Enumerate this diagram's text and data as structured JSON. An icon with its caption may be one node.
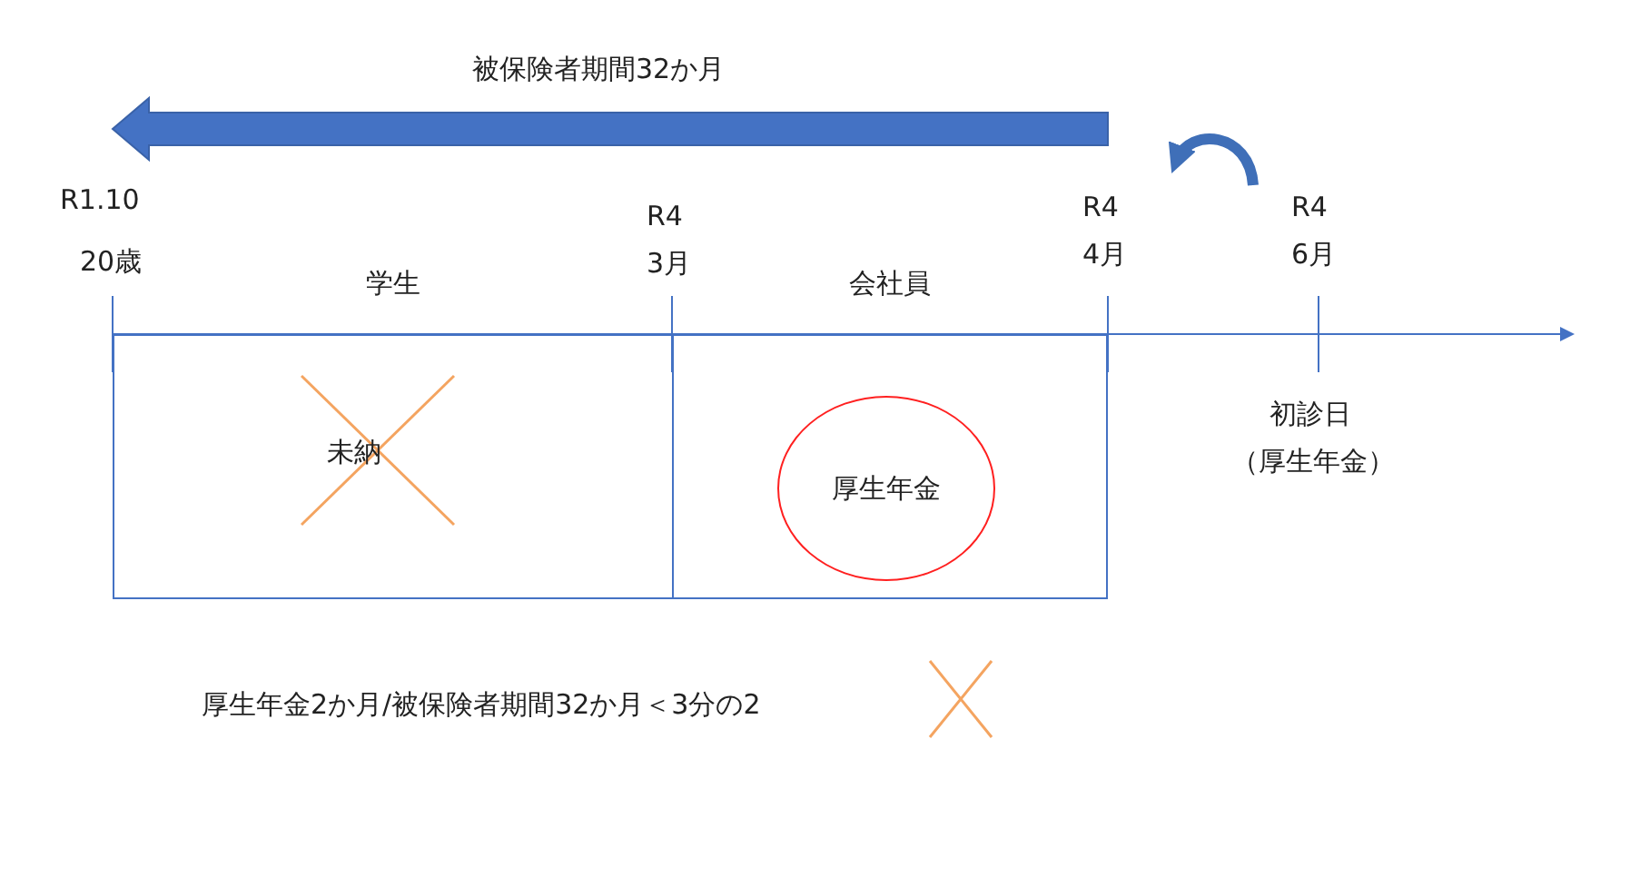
{
  "diagram": {
    "nodes": [
      {
        "text": [
          "学生",
          "未納"
        ]
      },
      {
        "text": [
          "会社員"
        ]
      },
      {
        "text": [
          "厚生年金"
        ],
        "in": 1
      }
    ],
    "labels": [
      "被保険者期間32か月",
      "R1.10",
      "20歳",
      "R4 3月",
      "R4 4月",
      "R4 6月",
      "初診日",
      "（厚生年金）",
      "厚生年金2か月/被保険者期間32か月＜3分の2"
    ]
  }
}
